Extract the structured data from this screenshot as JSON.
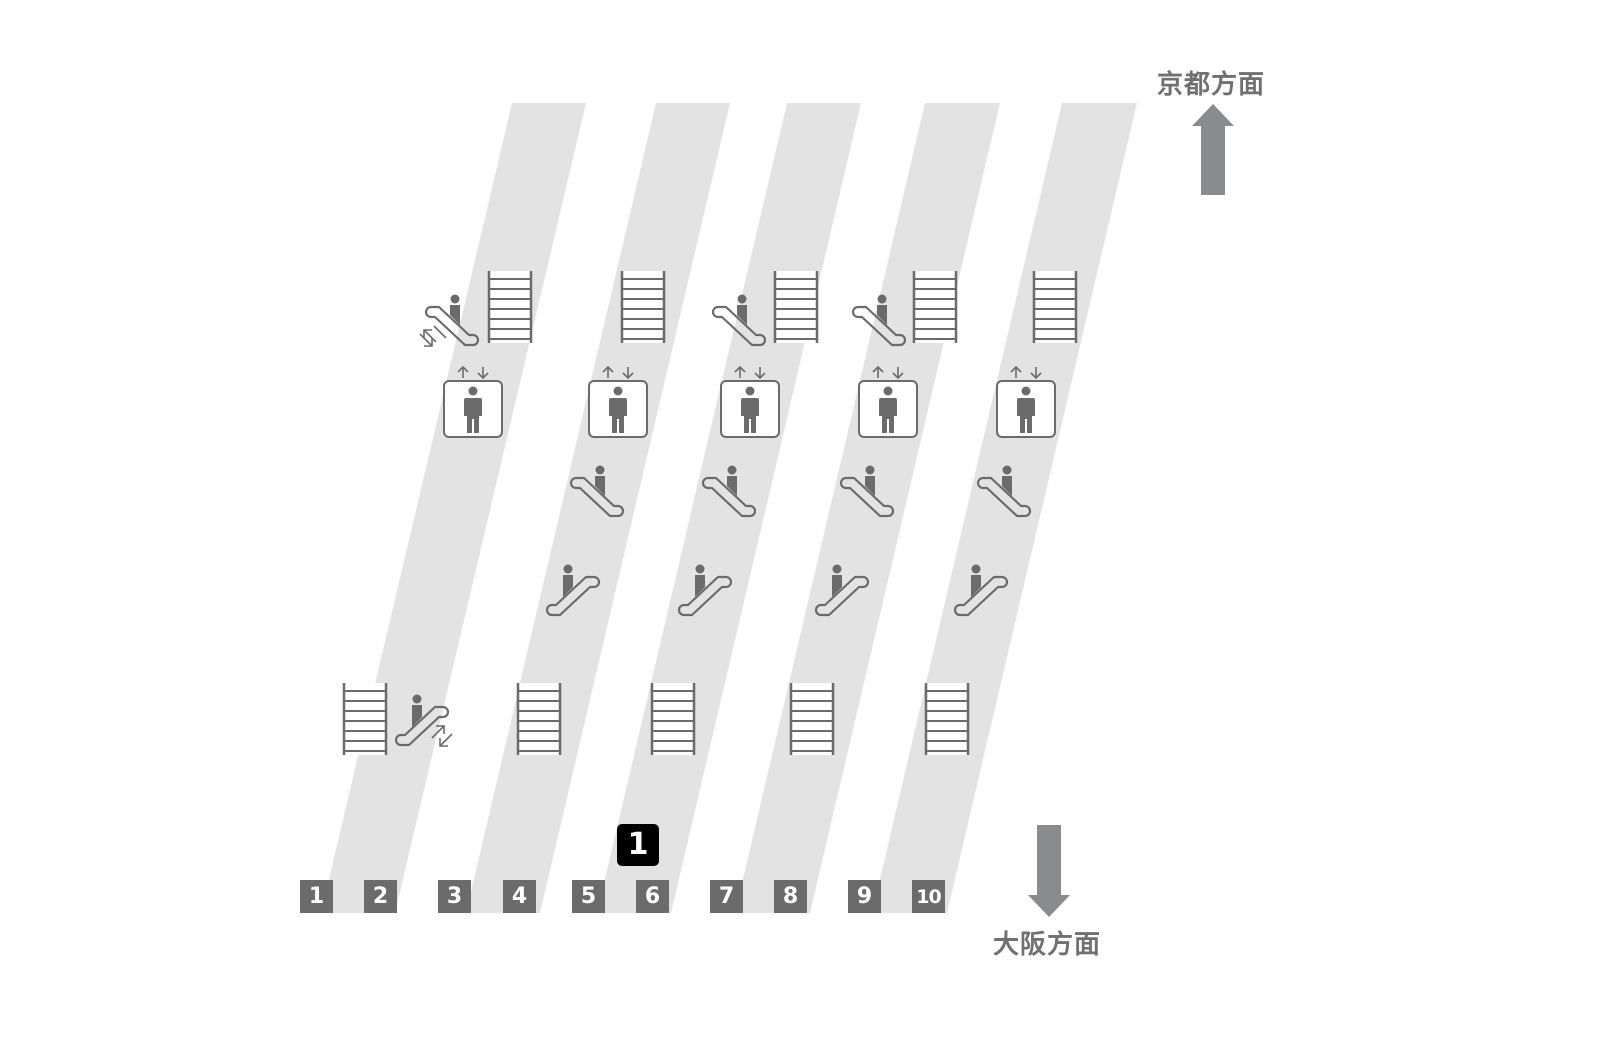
{
  "colors": {
    "platform": "#e3e3e3",
    "icon": "#6b6b6b",
    "arrow": "#8a8b8d",
    "label": "#707070",
    "you_badge": "#000000"
  },
  "directions": {
    "north": {
      "label": "京都方面",
      "arrow": "up"
    },
    "south": {
      "label": "大阪方面",
      "arrow": "down"
    }
  },
  "current_location_badge": "1",
  "platforms": [
    {
      "id": 1,
      "tracks": [
        "1",
        "2"
      ]
    },
    {
      "id": 2,
      "tracks": [
        "3",
        "4"
      ]
    },
    {
      "id": 3,
      "tracks": [
        "5",
        "6"
      ]
    },
    {
      "id": 4,
      "tracks": [
        "7",
        "8"
      ]
    },
    {
      "id": 5,
      "tracks": [
        "9",
        "10"
      ]
    }
  ],
  "track_numbers": [
    "1",
    "2",
    "3",
    "4",
    "5",
    "6",
    "7",
    "8",
    "9",
    "10"
  ],
  "facilities": {
    "upper_stairs": 5,
    "upper_escalators": 3,
    "elevators": 5,
    "mid_escalators_down": 4,
    "mid_escalators_up": 4,
    "lower_stairs": 5,
    "lower_escalators": 1
  },
  "legend_icons": [
    "stairs-icon",
    "escalator-icon",
    "elevator-icon",
    "up-down-arrows-icon"
  ]
}
